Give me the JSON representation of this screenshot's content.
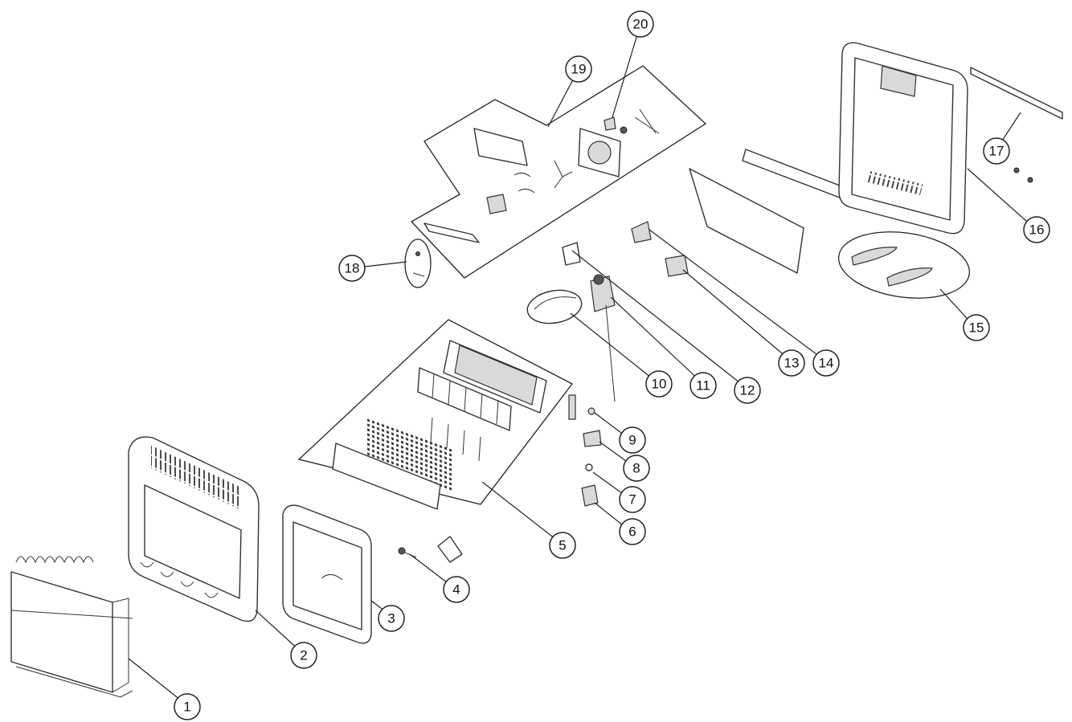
{
  "callouts": [
    {
      "id": "1",
      "label": "1"
    },
    {
      "id": "2",
      "label": "2"
    },
    {
      "id": "3",
      "label": "3"
    },
    {
      "id": "4",
      "label": "4"
    },
    {
      "id": "5",
      "label": "5"
    },
    {
      "id": "6",
      "label": "6"
    },
    {
      "id": "7",
      "label": "7"
    },
    {
      "id": "8",
      "label": "8"
    },
    {
      "id": "9",
      "label": "9"
    },
    {
      "id": "10",
      "label": "10"
    },
    {
      "id": "11",
      "label": "11"
    },
    {
      "id": "12",
      "label": "12"
    },
    {
      "id": "13",
      "label": "13"
    },
    {
      "id": "14",
      "label": "14"
    },
    {
      "id": "15",
      "label": "15"
    },
    {
      "id": "16",
      "label": "16"
    },
    {
      "id": "17",
      "label": "17"
    },
    {
      "id": "18",
      "label": "18"
    },
    {
      "id": "19",
      "label": "19"
    },
    {
      "id": "20",
      "label": "20"
    }
  ],
  "colors": {
    "line": "#222222",
    "fill": "#ffffff",
    "shade": "#d9d9d9"
  }
}
